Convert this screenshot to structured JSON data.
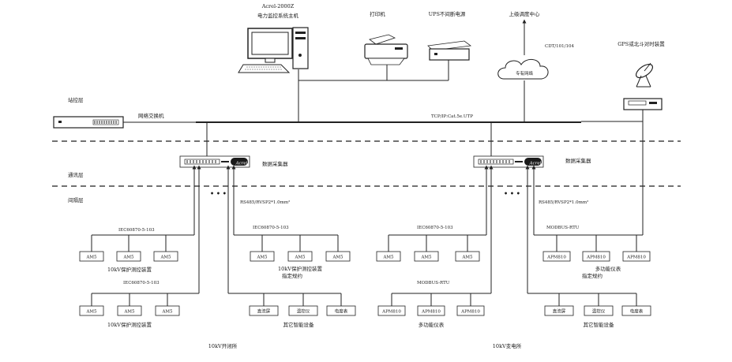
{
  "host": {
    "line1": "Acrel-2000Z",
    "line2": "电力监控系统主机"
  },
  "printer": "打印机",
  "ups": "UPS不间断电源",
  "dispatch": "上级调度中心",
  "protocol_top": "CDT/101/104",
  "gps": "GPS或北斗对时装置",
  "private_net": "专有网络",
  "layers": {
    "station": "站控层",
    "comm": "通讯层",
    "bay": "间隔层"
  },
  "switch_label": "网络交换机",
  "tcp": "TCP/IP:Cat.5e.UTP",
  "collector": "数据采集器",
  "collector_brand": "Acrel",
  "rs485": "RS485/RVSP2*1.0mm²",
  "iec": "IEC60870-5-103",
  "modbus_rtu": "MODBUS-RTU",
  "specified_protocol": "指定规约",
  "groups": {
    "ams_label": "AM5",
    "apm_label": "APM810",
    "protect_10kv": "10kV保护测控装置",
    "multi_meter": "多功能仪表",
    "other_devices": "其它智能设备",
    "other_items": [
      "直流屏",
      "温控仪",
      "电度表"
    ]
  },
  "sites": {
    "left": "10kV开闭所",
    "right": "10kV变电所"
  }
}
